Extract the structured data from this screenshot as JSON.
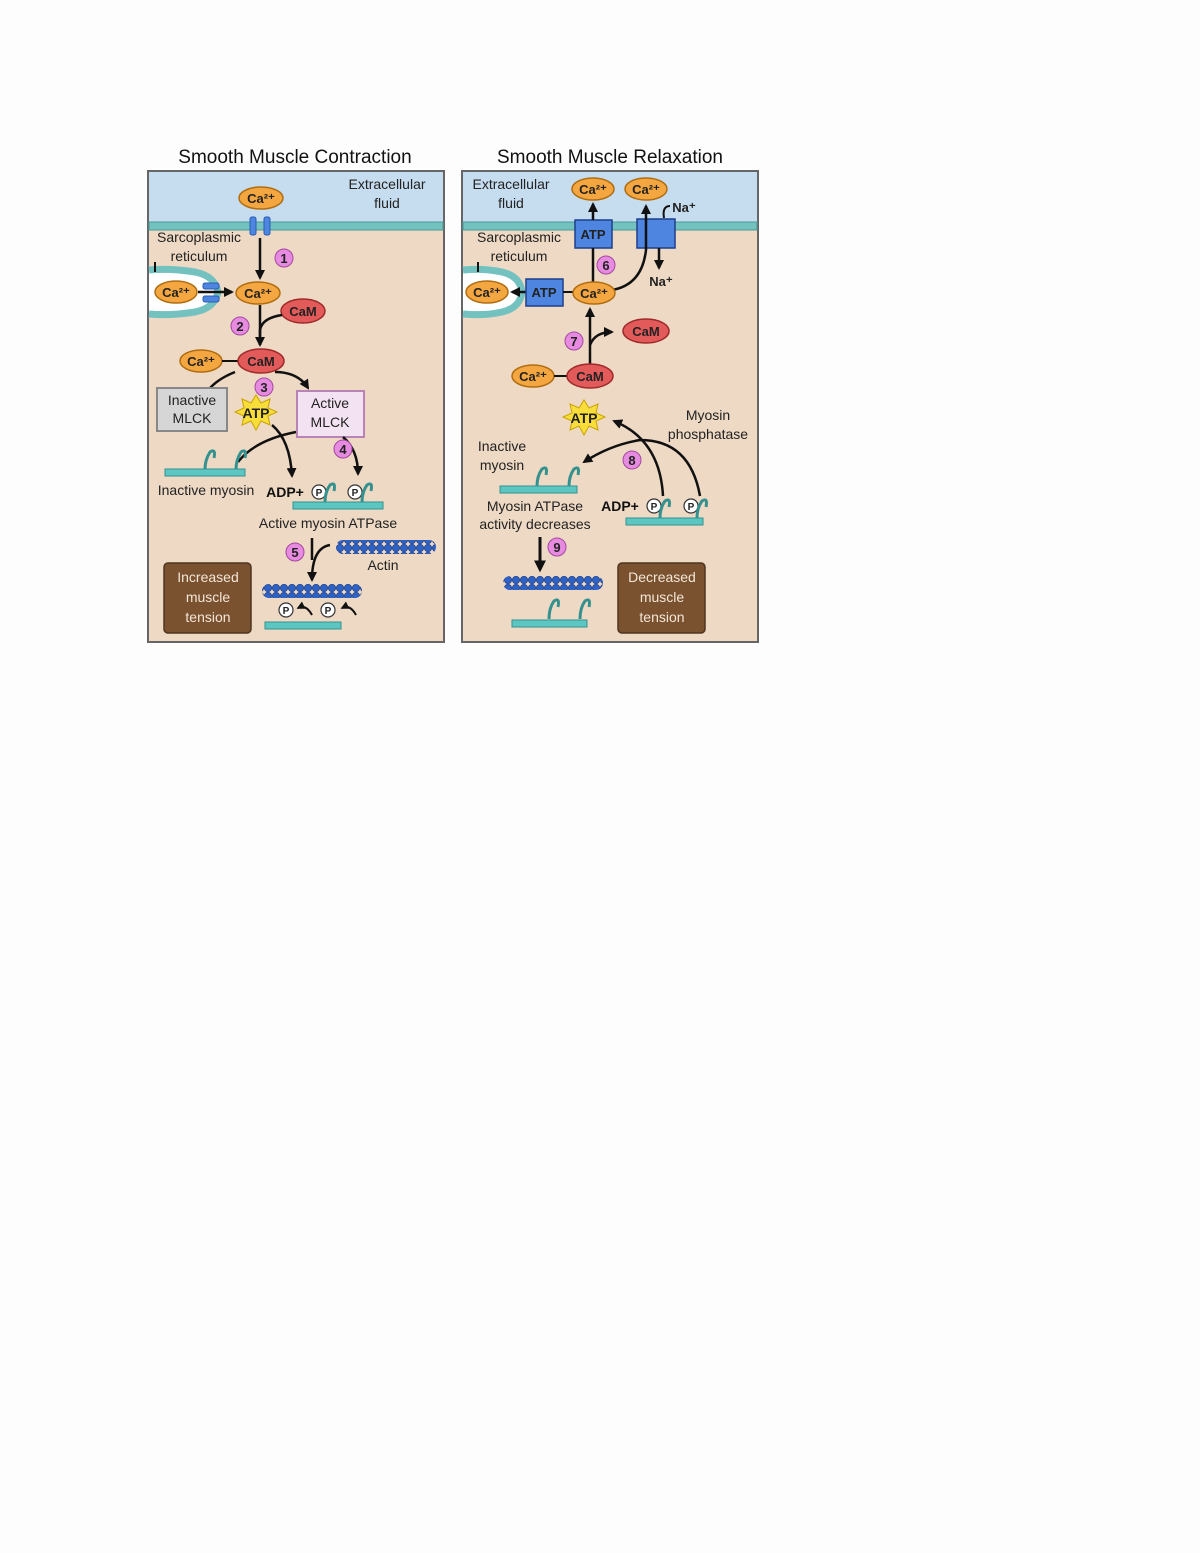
{
  "contraction": {
    "title": "Smooth Muscle Contraction",
    "extracellular": [
      "Extracellular",
      "fluid"
    ],
    "sarcoplasmic": [
      "Sarcoplasmic",
      "reticulum"
    ],
    "ca": "Ca²⁺",
    "cam": "CaM",
    "inactive_mlck": [
      "Inactive",
      "MLCK"
    ],
    "active_mlck": [
      "Active",
      "MLCK"
    ],
    "atp": "ATP",
    "inactive_myosin": "Inactive myosin",
    "adp": "ADP+",
    "p": "P",
    "active_myosin_atpase": "Active myosin ATPase",
    "actin": "Actin",
    "result": [
      "Increased",
      "muscle",
      "tension"
    ],
    "steps": [
      "1",
      "2",
      "3",
      "4",
      "5"
    ]
  },
  "relaxation": {
    "title": "Smooth Muscle Relaxation",
    "extracellular": [
      "Extracellular",
      "fluid"
    ],
    "sarcoplasmic": [
      "Sarcoplasmic",
      "reticulum"
    ],
    "ca": "Ca²⁺",
    "cam": "CaM",
    "atp": "ATP",
    "na": "Na⁺",
    "myosin_phosphatase": [
      "Myosin",
      "phosphatase"
    ],
    "inactive_myosin": [
      "Inactive",
      "myosin"
    ],
    "atpase_decreases": [
      "Myosin ATPase",
      "activity decreases"
    ],
    "adp": "ADP+",
    "p": "P",
    "result": [
      "Decreased",
      "muscle",
      "tension"
    ],
    "steps": [
      "6",
      "7",
      "8",
      "9"
    ]
  },
  "colors": {
    "extracellular": "#c6dcef",
    "cytoplasm": "#eed9c4",
    "membrane": "#73c2c0",
    "calcium": "#f4a640",
    "calmodulin": "#e25a5a",
    "atp_pump": "#4d85e0",
    "step_badge": "#e78be0",
    "tension_box": "#7a5230",
    "myosin": "#5cc6c2",
    "actin": "#2e62c9"
  }
}
